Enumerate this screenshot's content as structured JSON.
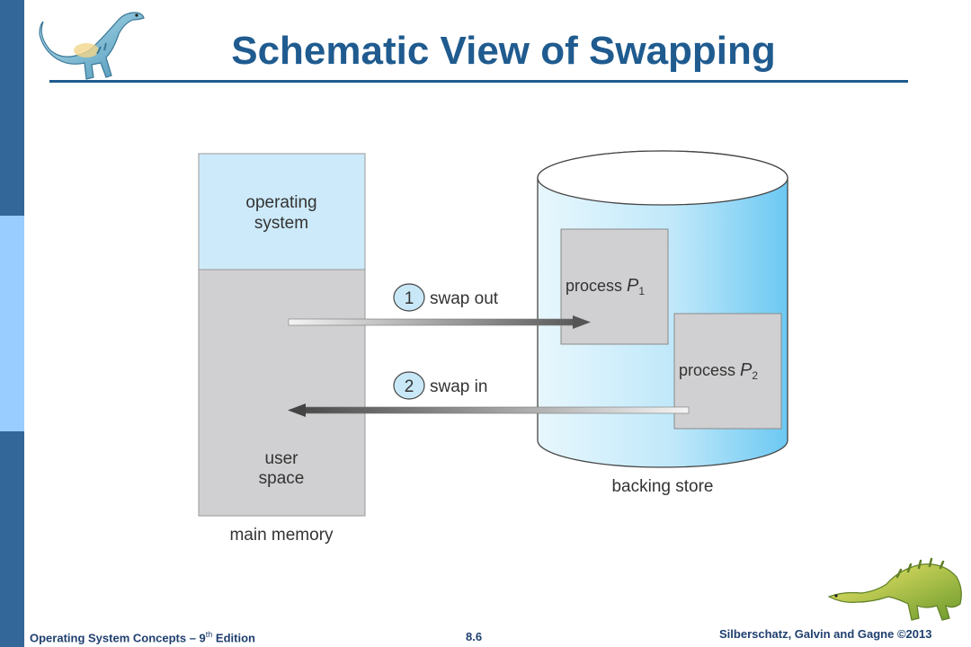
{
  "slide": {
    "title": "Schematic View of Swapping"
  },
  "diagram": {
    "main_memory": {
      "os_label_line1": "operating",
      "os_label_line2": "system",
      "user_label_line1": "user",
      "user_label_line2": "space",
      "caption": "main memory"
    },
    "backing_store": {
      "caption": "backing store",
      "process1_label": "process ",
      "process1_name": "P",
      "process1_sub": "1",
      "process2_label": "process ",
      "process2_name": "P",
      "process2_sub": "2"
    },
    "steps": [
      {
        "number": "1",
        "label": "swap out"
      },
      {
        "number": "2",
        "label": "swap in"
      }
    ]
  },
  "footer": {
    "left_prefix": "Operating System Concepts – 9",
    "left_sup": "th",
    "left_suffix": " Edition",
    "center": "8.6",
    "right": "Silberschatz, Galvin and Gagne ©2013"
  },
  "colors": {
    "sidebar": "#336699",
    "sidebar_accent": "#99ccff",
    "title": "#1f5b8f",
    "os_region": "#cdeafa",
    "user_region": "#d0d0d2",
    "cylinder": "#aee0f7"
  },
  "icons": [
    "dinosaur-logo-icon",
    "dinosaur-footer-icon",
    "swap-out-arrow-icon",
    "swap-in-arrow-icon"
  ]
}
